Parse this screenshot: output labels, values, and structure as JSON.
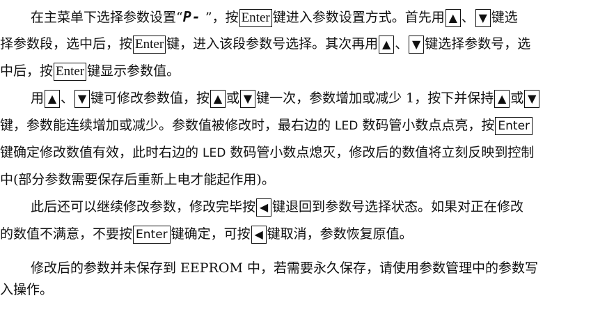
{
  "keys": {
    "enter": "Enter",
    "up": "▲",
    "down": "▼",
    "back": "◀"
  },
  "param_symbol": "P-",
  "paragraph1": {
    "l1_a": "在主菜单下选择参数设置“",
    "l1_b": " ”，按",
    "l1_c": "键进入参数设置方式。首先用",
    "l1_d": "、",
    "l1_e": "键选",
    "l2_a": "择参数段，选中后，按",
    "l2_b": "键，进入该段参数号选择。其次再用",
    "l2_c": "、",
    "l2_d": "键选择参数号，选",
    "l3_a": "中后，按",
    "l3_b": "键显示参数值。"
  },
  "paragraph2": {
    "l1_a": "用",
    "l1_b": "、",
    "l1_c": "键可修改参数值，按",
    "l1_d": "或",
    "l1_e": "键一次，参数增加或减少 1，按下并保持",
    "l1_f": "或",
    "l2_a": "键，参数能连续增加或减少。参数值被修改时，最右边的 ",
    "l2_led": "LED",
    "l2_b": " 数码管小数点点亮，按",
    "l3_a": "键确定修改数值有效，此时右边的 ",
    "l3_led": "LED",
    "l3_b": " 数码管小数点熄灭，修改后的数值将立刻反映到控制",
    "l4": "中(部分参数需要保存后重新上电才能起作用)。"
  },
  "paragraph3": {
    "l1_a": "此后还可以继续修改参数，修改完毕按",
    "l1_b": "键退回到参数号选择状态。如果对正在修改",
    "l2_a": "的数值不满意，不要按",
    "l2_b": "键确定，可按",
    "l2_c": "键取消，参数恢复原值。"
  },
  "paragraph4": {
    "l1": "修改后的参数并未保存到 EEPROM 中，若需要永久保存，请使用参数管理中的参数写",
    "l2": "入操作。"
  }
}
